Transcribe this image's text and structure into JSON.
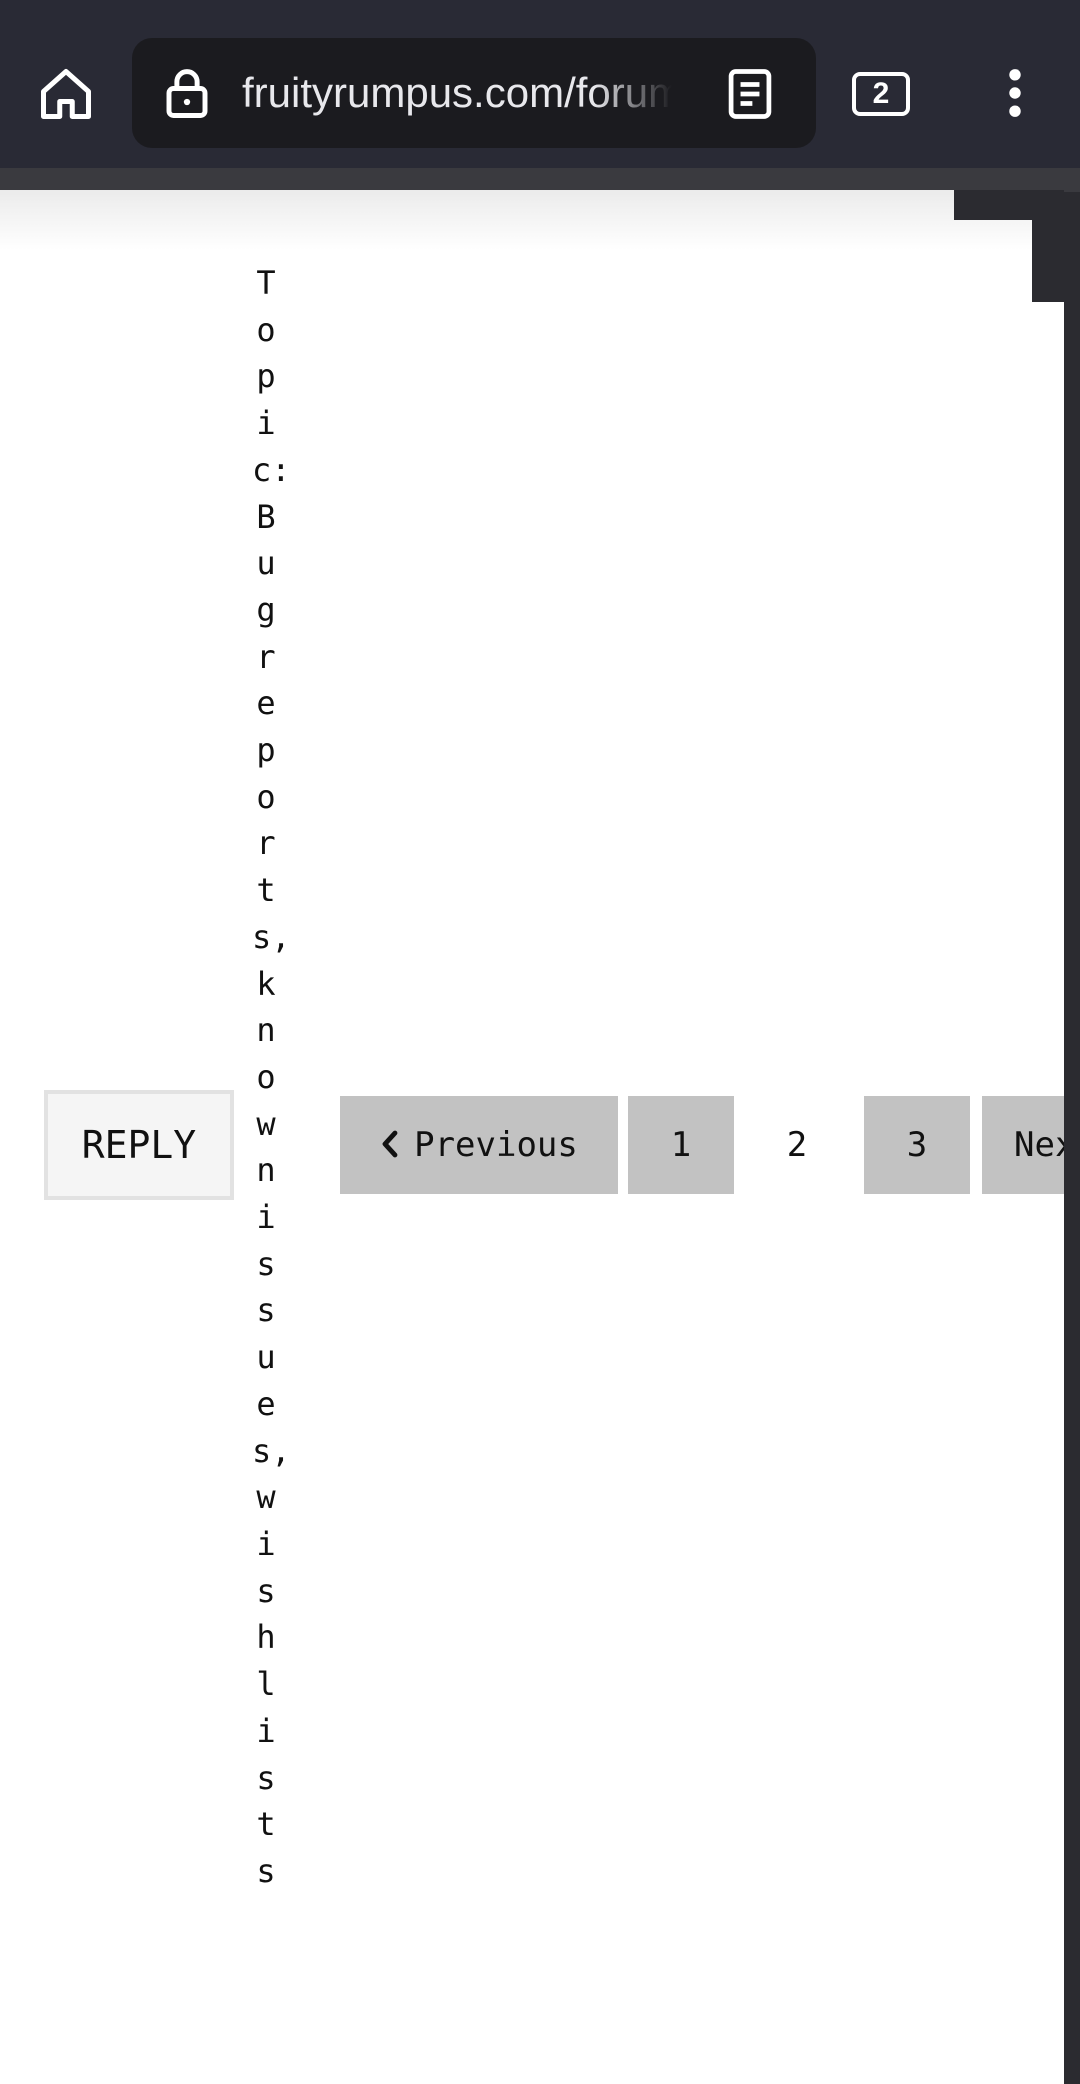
{
  "browser": {
    "url": "fruityrumpus.com/forum",
    "tab_count": "2"
  },
  "topic": {
    "title": "Topic:Bugreports,knownissues,wishlists"
  },
  "actions": {
    "reply_label": "REPLY"
  },
  "pagination": {
    "previous_label": "Previous",
    "next_label": "Next",
    "pages": [
      "1",
      "2",
      "3"
    ],
    "current_page": "2"
  }
}
